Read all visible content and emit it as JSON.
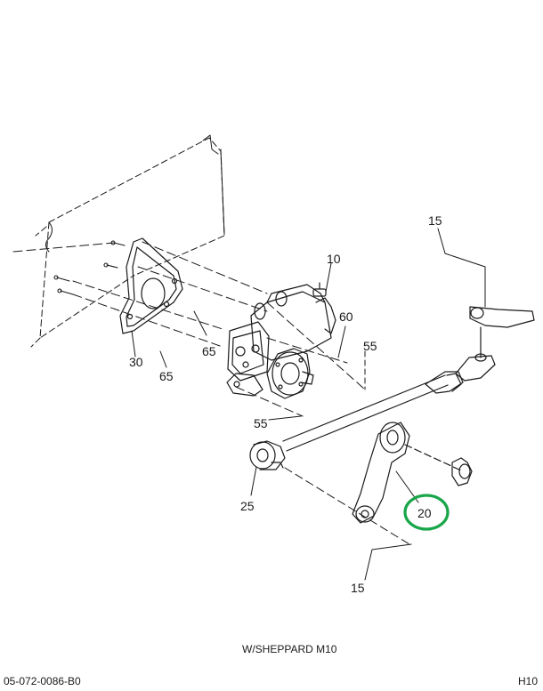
{
  "callouts": {
    "c10": "10",
    "c15_top": "15",
    "c15_bottom": "15",
    "c20": "20",
    "c25": "25",
    "c30": "30",
    "c55_right": "55",
    "c55_left": "55",
    "c60": "60",
    "c65_upper": "65",
    "c65_lower": "65"
  },
  "caption": "W/SHEPPARD M10",
  "footer": {
    "doc_id": "05-072-0086-B0",
    "sheet": "H10"
  },
  "colors": {
    "line": "#1a1a1a",
    "highlight": "#1aa64a"
  }
}
